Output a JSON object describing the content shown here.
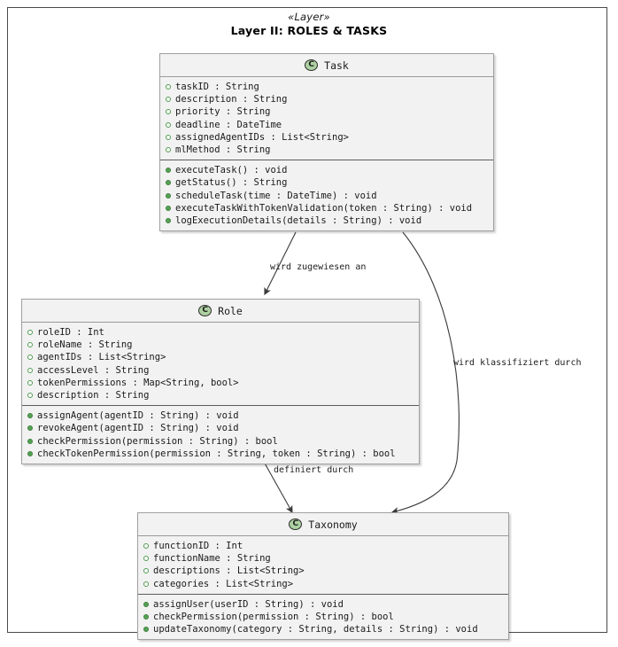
{
  "diagram": {
    "stereotype": "«Layer»",
    "title": "Layer II: ROLES & TASKS",
    "colors": {
      "box_fill": "#f2f2f2",
      "box_border": "#a0a0a0",
      "class_icon_fill": "#add1a2",
      "attribute_marker": "#4f9b4f",
      "operation_marker": "#54a354",
      "edge_stroke": "#3a3a3a",
      "frame_border": "#4a4a4a",
      "page_background": "#ffffff"
    },
    "classes": [
      {
        "id": "task",
        "icon": "class-circle-icon",
        "name": "Task",
        "attributes": [
          "taskID : String",
          "description : String",
          "priority : String",
          "deadline : DateTime",
          "assignedAgentIDs : List<String>",
          "mlMethod : String"
        ],
        "operations": [
          "executeTask() : void",
          "getStatus() : String",
          "scheduleTask(time : DateTime) : void",
          "executeTaskWithTokenValidation(token : String) : void",
          "logExecutionDetails(details : String) : void"
        ]
      },
      {
        "id": "role",
        "icon": "class-circle-icon",
        "name": "Role",
        "attributes": [
          "roleID : Int",
          "roleName : String",
          "agentIDs : List<String>",
          "accessLevel : String",
          "tokenPermissions : Map<String, bool>",
          "description : String"
        ],
        "operations": [
          "assignAgent(agentID : String) : void",
          "revokeAgent(agentID : String) : void",
          "checkPermission(permission : String) : bool",
          "checkTokenPermission(permission : String, token : String) : bool"
        ]
      },
      {
        "id": "taxonomy",
        "icon": "class-circle-icon",
        "name": "Taxonomy",
        "attributes": [
          "functionID : Int",
          "functionName : String",
          "descriptions : List<String>",
          "categories : List<String>"
        ],
        "operations": [
          "assignUser(userID : String) : void",
          "checkPermission(permission : String) : bool",
          "updateTaxonomy(category : String, details : String) : void"
        ]
      }
    ],
    "relationships": [
      {
        "id": "task-role",
        "label": "wird zugewiesen an",
        "from": "Task",
        "to": "Role"
      },
      {
        "id": "task-taxonomy",
        "label": "wird klassifiziert durch",
        "from": "Task",
        "to": "Taxonomy"
      },
      {
        "id": "role-taxonomy",
        "label": "definiert durch",
        "from": "Role",
        "to": "Taxonomy"
      }
    ]
  }
}
